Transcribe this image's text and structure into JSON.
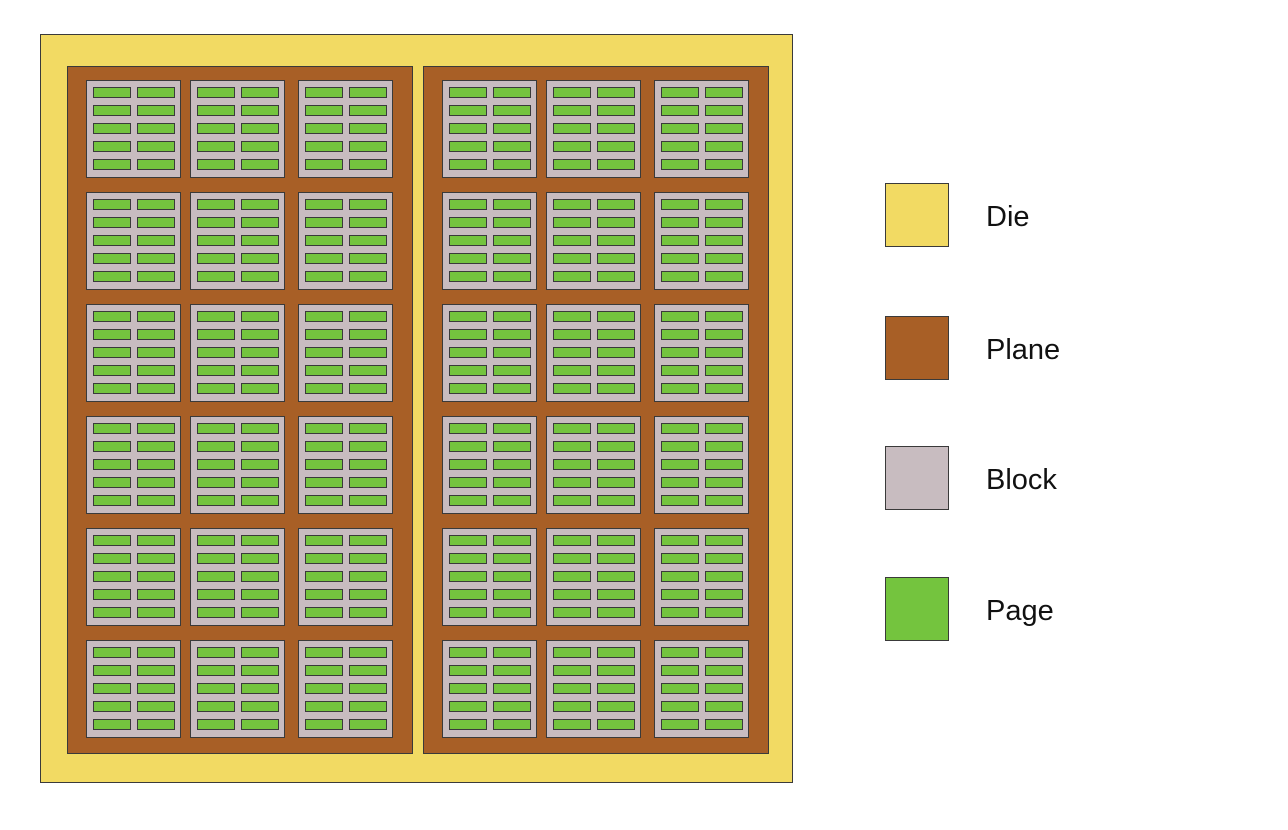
{
  "diagram": {
    "planes_per_die": 2,
    "block_columns_per_plane": 3,
    "block_rows_per_plane": 6,
    "page_columns_per_block": 2,
    "page_rows_per_block": 5
  },
  "colors": {
    "die": "#f2da63",
    "plane": "#a85f26",
    "block": "#c8bcc0",
    "page": "#74c43e"
  },
  "legend": {
    "items": [
      {
        "key": "die",
        "label": "Die"
      },
      {
        "key": "plane",
        "label": "Plane"
      },
      {
        "key": "block",
        "label": "Block"
      },
      {
        "key": "page",
        "label": "Page"
      }
    ]
  }
}
